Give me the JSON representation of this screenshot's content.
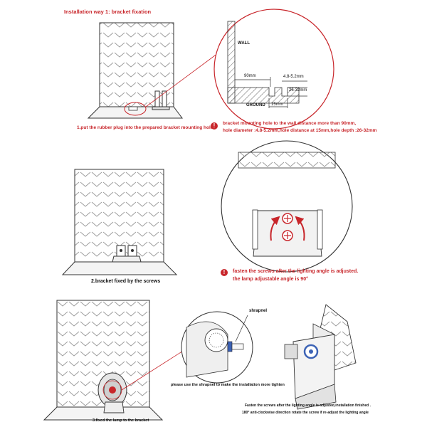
{
  "header": {
    "title": "Installation way 1: bracket fixation"
  },
  "step1": {
    "caption": "1.put the rubber plug into the prepared bracket mounting hole",
    "detail": {
      "wall_label": "WALL",
      "ground_label": "GROUND",
      "dim_distance": "90mm",
      "dim_diameter": "4.8-5.2mm",
      "dim_depth": "26-32mm",
      "dim_spacing": "15mm"
    },
    "note_line1": "bracket mounting hole to the wall distance more than 90mm,",
    "note_line2": "hole diameter :4.8-5.2mm,hole distance at 15mm,hole depth :26-32mm"
  },
  "step2": {
    "caption": "2.bracket fixed by the screws",
    "note_line1": "fasten the screws after the lighting angle is adjusted.",
    "note_line2": "the lamp adjustable angle is 90°"
  },
  "step3": {
    "caption": "3.fixed the lamp to the bracket",
    "shrapnel_label": "shrapnel",
    "shrapnel_note": "please use the shrapnel to make the installation more tighten",
    "final_note_line1": "Fasten the screws after the lighting angle is adjusted,installation finished .",
    "final_note_line2": "180° anti-clockwise direction rotate the screw if re-adjust the lighting angle"
  },
  "colors": {
    "accent": "#c8262b",
    "line": "#333333"
  }
}
